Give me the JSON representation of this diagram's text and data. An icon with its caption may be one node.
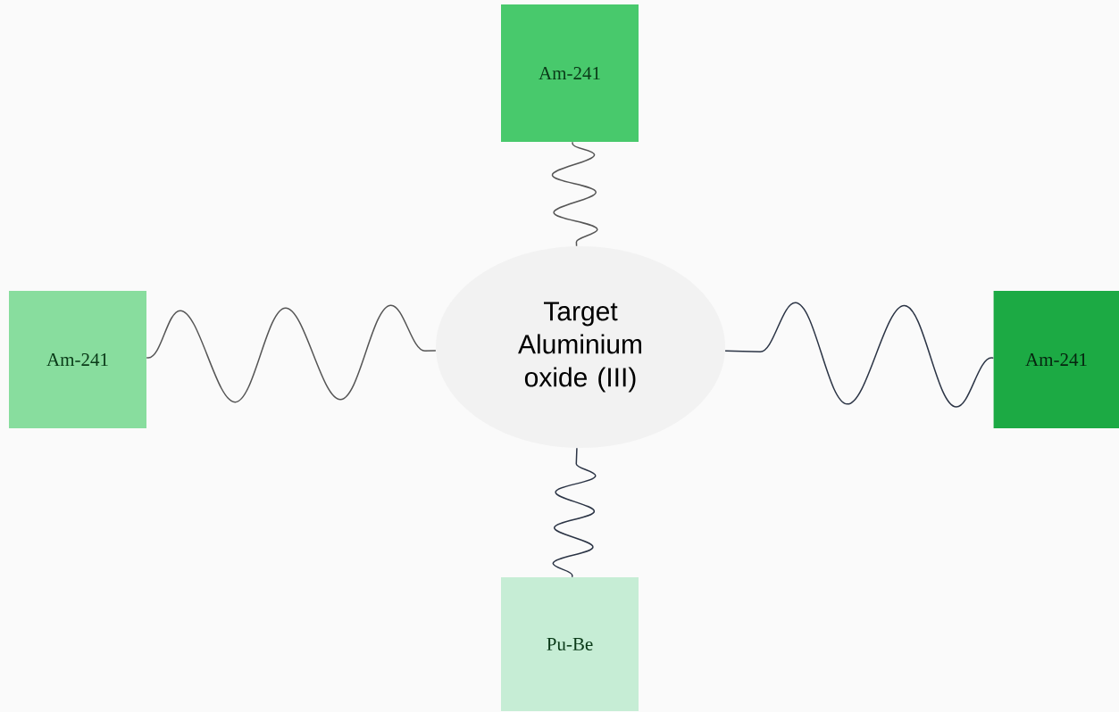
{
  "diagram": {
    "nodes": [
      {
        "text": [
          "Target Aluminium oxide (III)"
        ]
      },
      {
        "text": [
          "Am-241"
        ]
      },
      {
        "text": [
          "Am-241"
        ]
      },
      {
        "text": [
          "Am-241"
        ]
      },
      {
        "text": [
          "Pu-Be"
        ]
      }
    ],
    "edges": [
      {
        "from": 1,
        "to": 0,
        "arrow": "none"
      },
      {
        "from": 2,
        "to": 0,
        "arrow": "none"
      },
      {
        "from": 3,
        "to": 0,
        "arrow": "none",
        "color": "#2b3445"
      },
      {
        "from": 4,
        "to": 0,
        "arrow": "none",
        "color": "#2b3445"
      }
    ]
  }
}
